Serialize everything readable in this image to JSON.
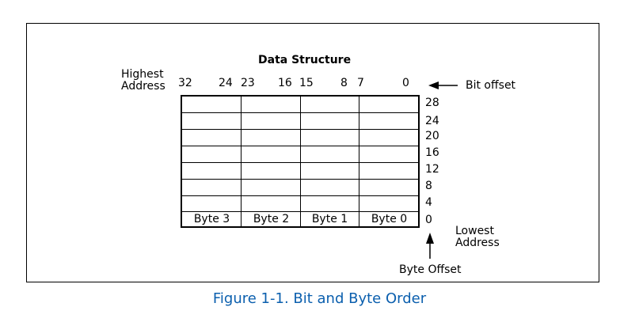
{
  "title": "Data Structure",
  "highest_address": [
    "Highest",
    "Address"
  ],
  "lowest_address": [
    "Lowest",
    "Address"
  ],
  "bit_offset_label": "Bit offset",
  "byte_offset_label": "Byte Offset",
  "caption": "Figure 1-1.  Bit and Byte Order",
  "bit_labels": [
    "32",
    "24",
    "23",
    "16",
    "15",
    "8",
    "7",
    "0"
  ],
  "row_offsets": [
    "28",
    "24",
    "20",
    "16",
    "12",
    "8",
    "4",
    "0"
  ],
  "bytes": [
    "Byte 3",
    "Byte 2",
    "Byte 1",
    "Byte 0"
  ],
  "colors": {
    "caption": "#0b5fae",
    "line": "#000000"
  }
}
